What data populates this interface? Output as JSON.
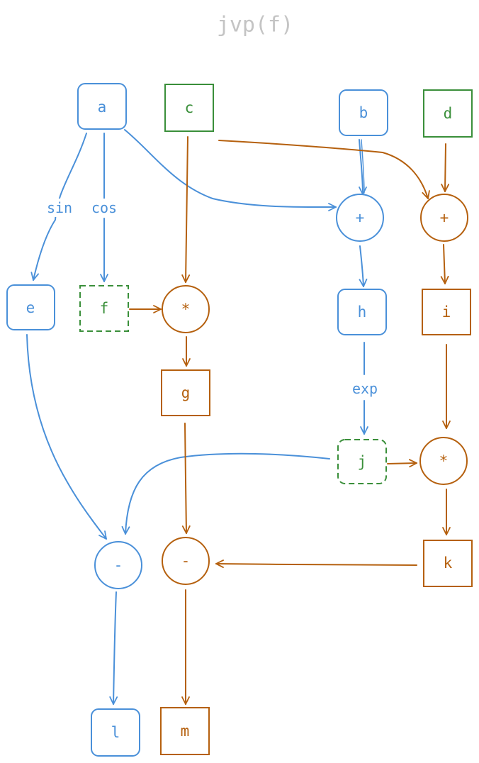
{
  "title": "jvp(f)",
  "colors": {
    "blue": "#4a90d9",
    "orange": "#b5600e",
    "green": "#3a8f3a",
    "title": "#c4c4c4"
  },
  "nodes": {
    "a": {
      "label": "a",
      "shape": "rounded-box",
      "color": "blue"
    },
    "c": {
      "label": "c",
      "shape": "box",
      "color": "green"
    },
    "b": {
      "label": "b",
      "shape": "rounded-box",
      "color": "blue"
    },
    "d": {
      "label": "d",
      "shape": "box",
      "color": "green"
    },
    "plus_blue": {
      "label": "+",
      "shape": "circle",
      "color": "blue"
    },
    "plus_orange": {
      "label": "+",
      "shape": "circle",
      "color": "orange"
    },
    "e": {
      "label": "e",
      "shape": "rounded-box",
      "color": "blue"
    },
    "f": {
      "label": "f",
      "shape": "dashed-box",
      "color": "green"
    },
    "mul_top": {
      "label": "*",
      "shape": "circle",
      "color": "orange"
    },
    "h": {
      "label": "h",
      "shape": "rounded-box",
      "color": "blue"
    },
    "i": {
      "label": "i",
      "shape": "box",
      "color": "orange"
    },
    "g": {
      "label": "g",
      "shape": "box",
      "color": "orange"
    },
    "j": {
      "label": "j",
      "shape": "dashed-box",
      "color": "green"
    },
    "mul_right": {
      "label": "*",
      "shape": "circle",
      "color": "orange"
    },
    "minus_blue": {
      "label": "-",
      "shape": "circle",
      "color": "blue"
    },
    "minus_orange": {
      "label": "-",
      "shape": "circle",
      "color": "orange"
    },
    "k": {
      "label": "k",
      "shape": "box",
      "color": "orange"
    },
    "l": {
      "label": "l",
      "shape": "rounded-box",
      "color": "blue"
    },
    "m": {
      "label": "m",
      "shape": "box",
      "color": "orange"
    }
  },
  "edges": [
    {
      "from": "a",
      "to": "e",
      "label": "sin",
      "color": "blue"
    },
    {
      "from": "a",
      "to": "f",
      "label": "cos",
      "color": "blue"
    },
    {
      "from": "a",
      "to": "plus_blue",
      "label": "",
      "color": "blue"
    },
    {
      "from": "b",
      "to": "plus_blue",
      "label": "",
      "color": "blue"
    },
    {
      "from": "c",
      "to": "plus_orange",
      "label": "",
      "color": "orange"
    },
    {
      "from": "d",
      "to": "plus_orange",
      "label": "",
      "color": "orange"
    },
    {
      "from": "c",
      "to": "mul_top",
      "label": "",
      "color": "orange"
    },
    {
      "from": "f",
      "to": "mul_top",
      "label": "",
      "color": "orange"
    },
    {
      "from": "plus_blue",
      "to": "h",
      "label": "",
      "color": "blue"
    },
    {
      "from": "plus_orange",
      "to": "i",
      "label": "",
      "color": "orange"
    },
    {
      "from": "mul_top",
      "to": "g",
      "label": "",
      "color": "orange"
    },
    {
      "from": "h",
      "to": "j",
      "label": "exp",
      "color": "blue"
    },
    {
      "from": "i",
      "to": "mul_right",
      "label": "",
      "color": "orange"
    },
    {
      "from": "j",
      "to": "mul_right",
      "label": "",
      "color": "orange"
    },
    {
      "from": "j",
      "to": "minus_blue",
      "label": "",
      "color": "blue"
    },
    {
      "from": "e",
      "to": "minus_blue",
      "label": "",
      "color": "blue"
    },
    {
      "from": "g",
      "to": "minus_orange",
      "label": "",
      "color": "orange"
    },
    {
      "from": "mul_right",
      "to": "k",
      "label": "",
      "color": "orange"
    },
    {
      "from": "k",
      "to": "minus_orange",
      "label": "",
      "color": "orange"
    },
    {
      "from": "minus_blue",
      "to": "l",
      "label": "",
      "color": "blue"
    },
    {
      "from": "minus_orange",
      "to": "m",
      "label": "",
      "color": "orange"
    }
  ]
}
